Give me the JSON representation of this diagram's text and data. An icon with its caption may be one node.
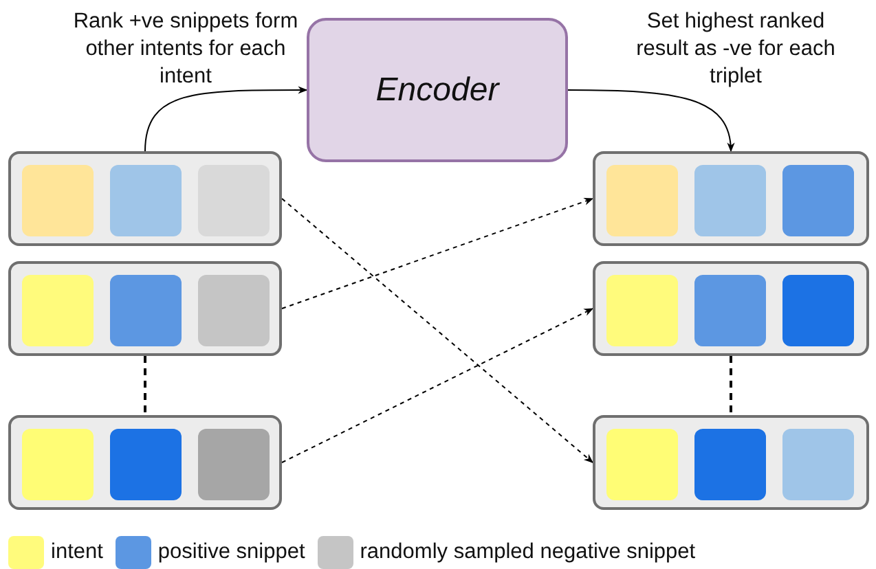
{
  "diagram": {
    "nodes": [
      {
        "text": [
          "Encoder"
        ]
      },
      {
        "text": [],
        "shape": "box"
      },
      {
        "text": [],
        "shape": "box"
      },
      {
        "text": [],
        "shape": "box"
      },
      {
        "text": [],
        "shape": "box"
      },
      {
        "text": [],
        "shape": "box"
      },
      {
        "text": [],
        "shape": "box"
      }
    ],
    "edges": [
      {
        "from": 1,
        "to": 0,
        "arrow": "to"
      },
      {
        "from": 0,
        "to": 4,
        "arrow": "to"
      },
      {
        "from": 1,
        "to": 6,
        "arrow": "to",
        "style": "dashed"
      },
      {
        "from": 2,
        "to": 4,
        "arrow": "to",
        "style": "dashed"
      },
      {
        "from": 3,
        "to": 5,
        "arrow": "to",
        "style": "dashed"
      },
      {
        "from": 2,
        "to": 3,
        "arrow": "none",
        "style": "dashed"
      },
      {
        "from": 5,
        "to": 6,
        "arrow": "none",
        "style": "dashed"
      }
    ],
    "labels": [
      "Rank +ve snippets form other intents for each intent",
      "Set highest ranked result as -ve for each triplet"
    ],
    "legend": [
      {
        "text": "intent",
        "color": "#fffb7c"
      },
      {
        "text": "positive snippet",
        "color": "#5c97e2"
      },
      {
        "text": "randomly sampled negative snippet",
        "color": "#c5c5c5"
      }
    ]
  }
}
